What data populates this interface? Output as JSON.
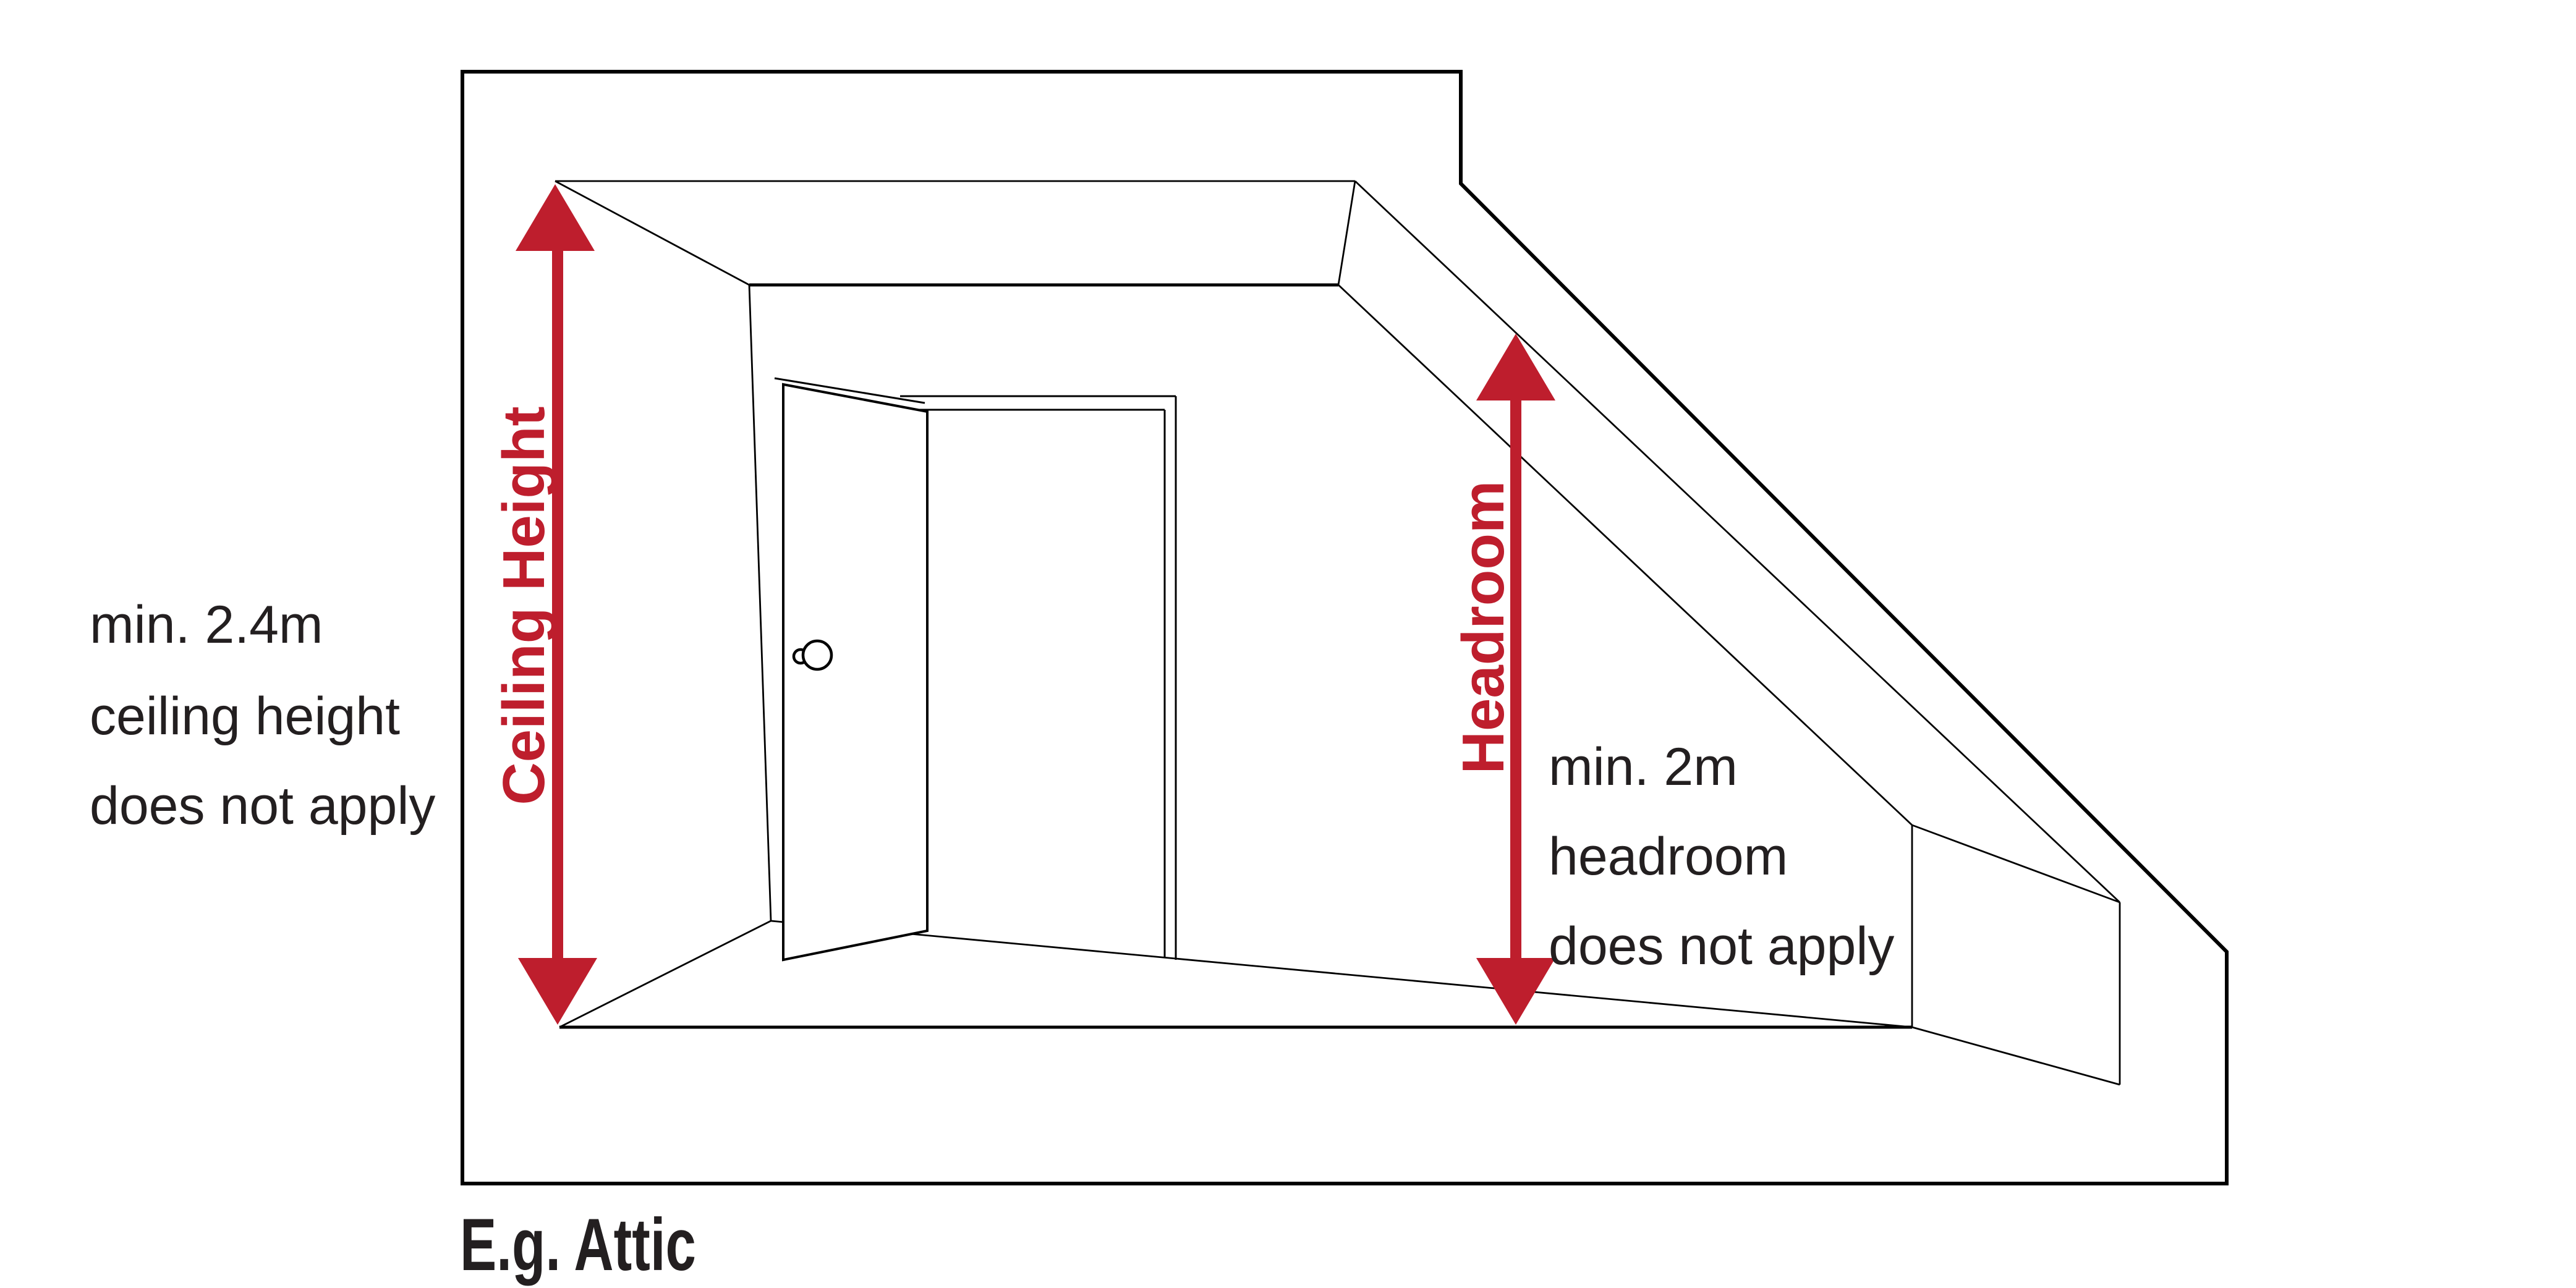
{
  "page": {
    "background": "#ffffff"
  },
  "diagram": {
    "caption": "E.g. Attic",
    "colors": {
      "line": "#000000",
      "text": "#231f20",
      "accent": "#be1e2d"
    },
    "ceiling_annotation": {
      "arrow_icon": "double-vertical-arrow-icon",
      "arrow_label": "Ceiling Height",
      "note_lines": [
        "min. 2.4m",
        "ceiling height",
        "does not apply"
      ]
    },
    "headroom_annotation": {
      "arrow_icon": "double-vertical-arrow-icon",
      "arrow_label": "Headroom",
      "note_lines": [
        "min. 2m",
        "headroom",
        "does not apply"
      ]
    }
  }
}
